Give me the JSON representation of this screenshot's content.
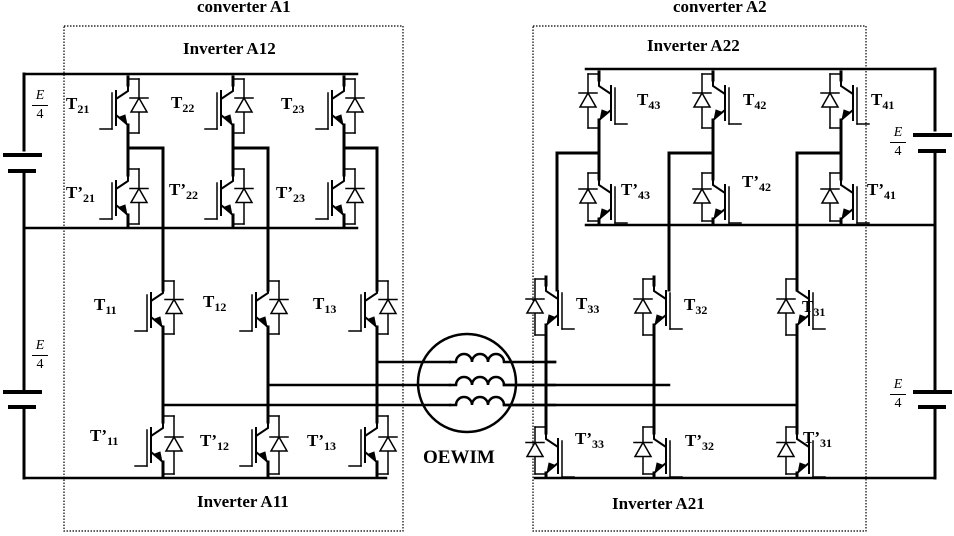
{
  "titles": {
    "converter_a1": "converter A1",
    "converter_a2": "converter A2",
    "inverter_a12": "Inverter A12",
    "inverter_a11": "Inverter A11",
    "inverter_a22": "Inverter A22",
    "inverter_a21": "Inverter A21"
  },
  "motor": {
    "label": "OEWIM"
  },
  "sources": [
    {
      "id": "left-top",
      "num": "E",
      "den": "4"
    },
    {
      "id": "left-bottom",
      "num": "E",
      "den": "4"
    },
    {
      "id": "right-top",
      "num": "E",
      "den": "4"
    },
    {
      "id": "right-bottom",
      "num": "E",
      "den": "4"
    }
  ],
  "switches": {
    "inverter_a12": [
      {
        "name": "T",
        "prime": "",
        "sub": "21"
      },
      {
        "name": "T",
        "prime": "",
        "sub": "22"
      },
      {
        "name": "T",
        "prime": "",
        "sub": "23"
      },
      {
        "name": "T",
        "prime": "’",
        "sub": "21"
      },
      {
        "name": "T",
        "prime": "’",
        "sub": "22"
      },
      {
        "name": "T",
        "prime": "’",
        "sub": "23"
      }
    ],
    "inverter_a11": [
      {
        "name": "T",
        "prime": "",
        "sub": "11"
      },
      {
        "name": "T",
        "prime": "",
        "sub": "12"
      },
      {
        "name": "T",
        "prime": "",
        "sub": "13"
      },
      {
        "name": "T",
        "prime": "’",
        "sub": "11"
      },
      {
        "name": "T",
        "prime": "’",
        "sub": "12"
      },
      {
        "name": "T",
        "prime": "’",
        "sub": "13"
      }
    ],
    "inverter_a22": [
      {
        "name": "T",
        "prime": "",
        "sub": "43"
      },
      {
        "name": "T",
        "prime": "",
        "sub": "42"
      },
      {
        "name": "T",
        "prime": "",
        "sub": "41"
      },
      {
        "name": "T",
        "prime": "’",
        "sub": "43"
      },
      {
        "name": "T",
        "prime": "’",
        "sub": "42"
      },
      {
        "name": "T",
        "prime": "’",
        "sub": "41"
      }
    ],
    "inverter_a21": [
      {
        "name": "T",
        "prime": "",
        "sub": "33"
      },
      {
        "name": "T",
        "prime": "",
        "sub": "32"
      },
      {
        "name": "T",
        "prime": "",
        "sub": "31"
      },
      {
        "name": "T",
        "prime": "’",
        "sub": "33"
      },
      {
        "name": "T",
        "prime": "’",
        "sub": "32"
      },
      {
        "name": "T",
        "prime": "’",
        "sub": "31"
      }
    ]
  }
}
